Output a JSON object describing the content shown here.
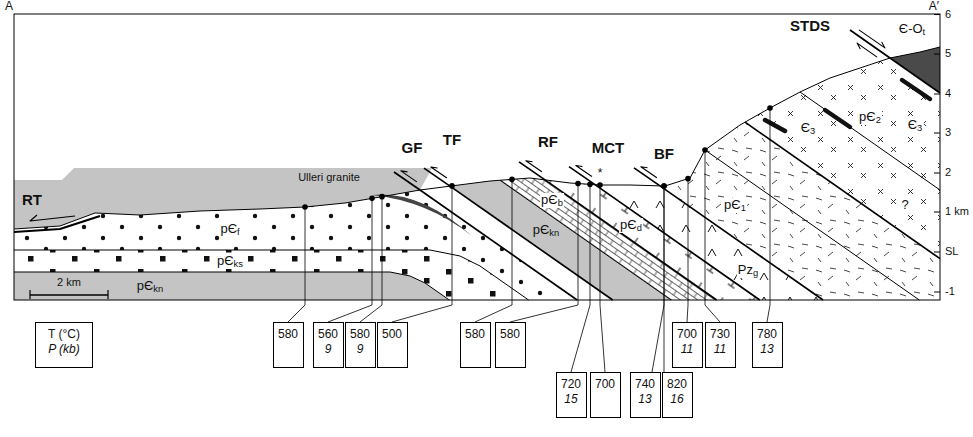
{
  "diagram": {
    "nodes": [
      {
        "text": [
          "T (°C)",
          "P (kb)"
        ]
      },
      {
        "text": [
          "580"
        ]
      },
      {
        "text": [
          "560",
          "9"
        ]
      },
      {
        "text": [
          "580",
          "9"
        ]
      },
      {
        "text": [
          "500"
        ]
      },
      {
        "text": [
          "580"
        ]
      },
      {
        "text": [
          "580"
        ]
      },
      {
        "text": [
          "720",
          "15"
        ]
      },
      {
        "text": [
          "700"
        ]
      },
      {
        "text": [
          "740",
          "13"
        ]
      },
      {
        "text": [
          "820",
          "16"
        ]
      },
      {
        "text": [
          "700",
          "11"
        ]
      },
      {
        "text": [
          "730",
          "11"
        ]
      },
      {
        "text": [
          "780",
          "13"
        ]
      }
    ],
    "labels": [
      "A",
      "A′",
      "STDS",
      "Є-Ot",
      "Є3",
      "Є3",
      "pЄ2",
      "pЄ1",
      "?",
      "Pzg",
      "BF",
      "MCT",
      "*",
      "RF",
      "pЄd",
      "pЄb",
      "pЄkn",
      "TF",
      "GF",
      "Ulleri granite",
      "RT",
      "pЄf",
      "pЄks",
      "pЄkn",
      "2 km",
      "6",
      "5",
      "4",
      "3",
      "2",
      "1 km",
      "SL",
      "-1"
    ]
  }
}
